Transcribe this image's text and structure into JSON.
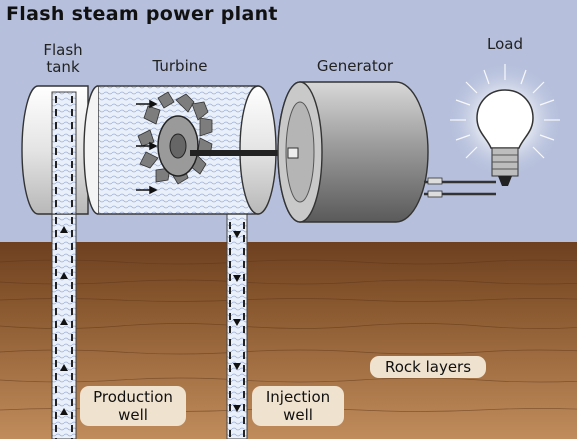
{
  "title": "Flash steam power plant",
  "labels": {
    "flash_tank": "Flash\ntank",
    "turbine": "Turbine",
    "generator": "Generator",
    "load": "Load",
    "production_well": "Production\nwell",
    "injection_well": "Injection\nwell",
    "rock_layers": "Rock layers"
  },
  "colors": {
    "sky": "#b6c0dc",
    "ground_top": "#7a4a24",
    "ground_bottom": "#b9865a",
    "steam_pipe": "#e8eef8",
    "metal": "#8a8a8a"
  }
}
